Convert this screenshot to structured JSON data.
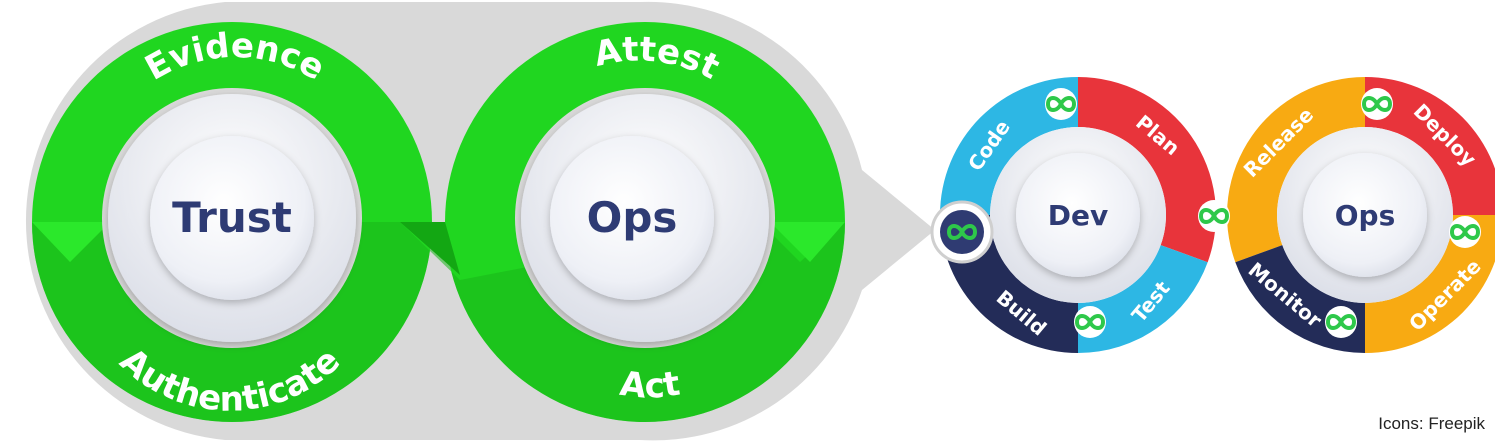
{
  "colors": {
    "bubble": "#d9d9d9",
    "green": "#22dd22",
    "green_dark": "#169f16",
    "navy": "#2f3b72",
    "hub_text": "#2e3b74",
    "red": "#e8343b",
    "cyan": "#2db7e4",
    "dark_navy": "#232c58",
    "orange": "#f8aa12",
    "icon_green": "#2ec84a"
  },
  "trust_ops": {
    "left_hub": "Trust",
    "right_hub": "Ops",
    "labels": {
      "evidence": "Evidence",
      "attest": "Attest",
      "authenticate": "Authenticate",
      "act": "Act"
    }
  },
  "devops": {
    "left_hub": "Dev",
    "right_hub": "Ops",
    "stages": {
      "code": "Code",
      "plan": "Plan",
      "build": "Build",
      "test": "Test",
      "release": "Release",
      "deploy": "Deploy",
      "monitor": "Monitor",
      "operate": "Operate"
    },
    "icon": "infinity-icon"
  },
  "credit": "Icons: Freepik"
}
